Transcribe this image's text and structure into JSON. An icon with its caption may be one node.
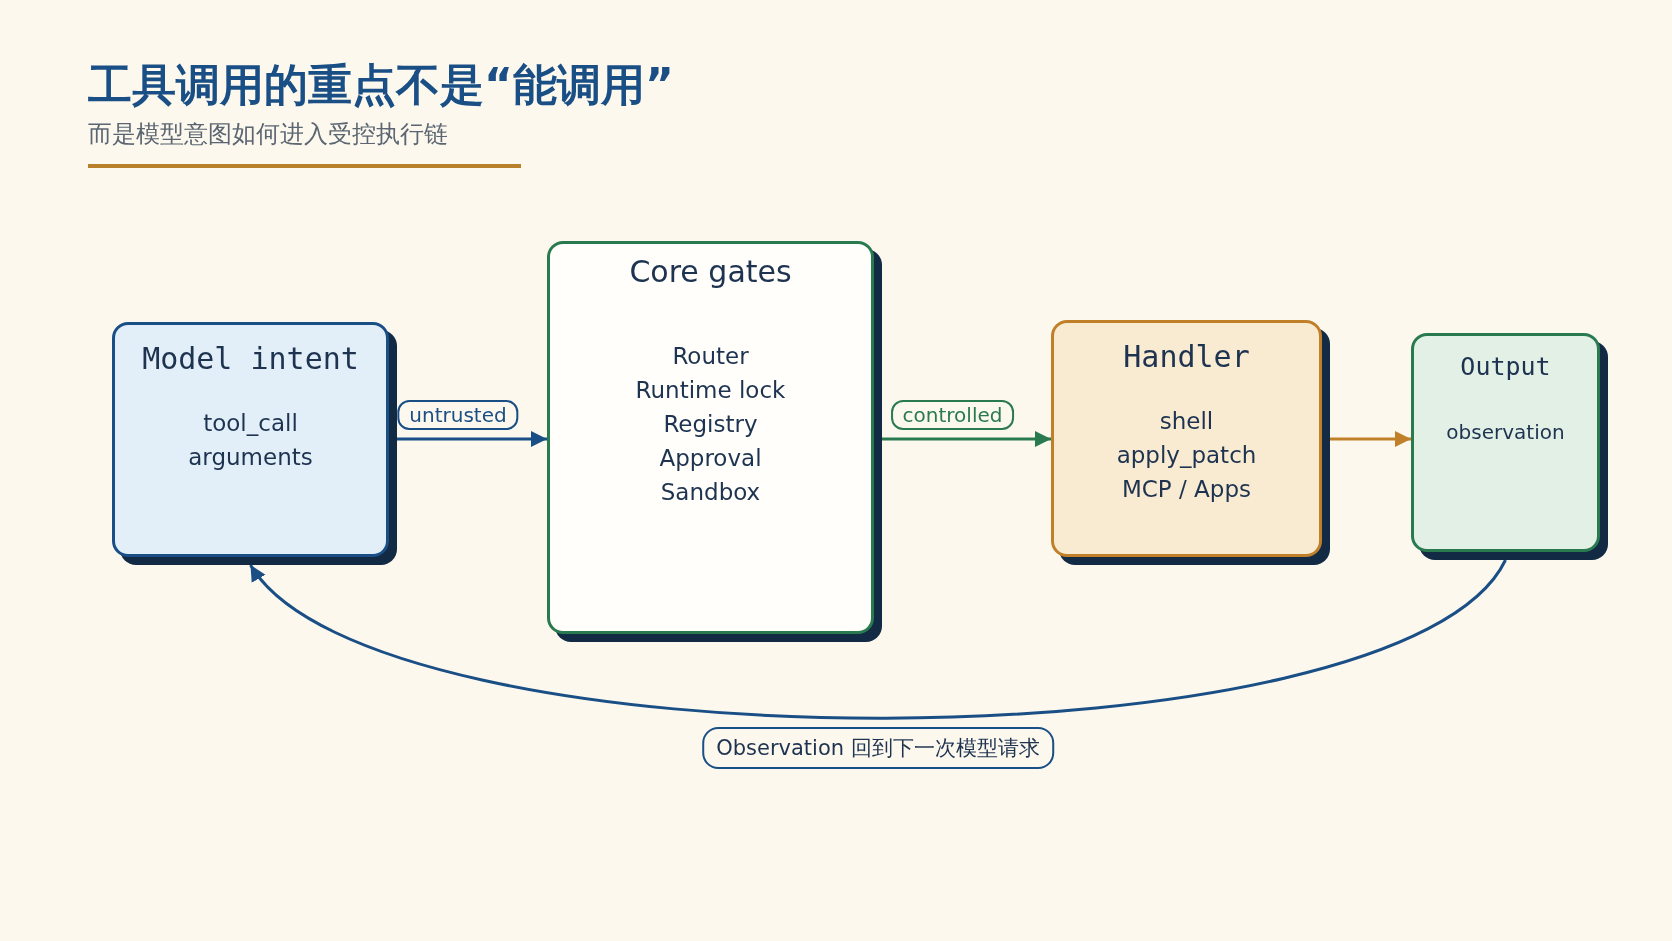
{
  "diagram": {
    "title": "工具调用的重点不是“能调用”",
    "caption": "而是模型意图如何进入受控执行链",
    "nodes": [
      {
        "text": [
          "Model intent",
          "tool_call",
          "arguments"
        ]
      },
      {
        "text": [
          "Core gates",
          "Router",
          "Runtime lock",
          "Registry",
          "Approval",
          "Sandbox"
        ]
      },
      {
        "text": [
          "Handler",
          "shell",
          "apply_patch",
          "MCP / Apps"
        ]
      },
      {
        "text": [
          "Output",
          "observation"
        ]
      }
    ],
    "edges": [
      {
        "from": 0,
        "to": 1,
        "arrow": "to",
        "label": "untrusted"
      },
      {
        "from": 1,
        "to": 2,
        "arrow": "to",
        "label": "controlled",
        "color": "#2a7a50"
      },
      {
        "from": 2,
        "to": 3,
        "arrow": "to",
        "color": "#c0802a"
      },
      {
        "from": 3,
        "to": 0,
        "arrow": "to",
        "label": "Observation 回到下一次模型请求"
      }
    ]
  }
}
